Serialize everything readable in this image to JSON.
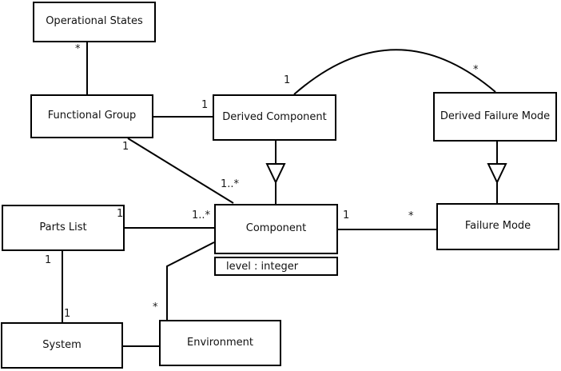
{
  "diagram": {
    "kind": "uml-class-diagram",
    "colors": {
      "background": "#ffffff",
      "line": "#000000",
      "box_fill": "#ffffff",
      "text": "#111111"
    },
    "classes": [
      {
        "name": "Operational States"
      },
      {
        "name": "Functional Group"
      },
      {
        "name": "Derived Component"
      },
      {
        "name": "Derived Failure Mode"
      },
      {
        "name": "Parts List"
      },
      {
        "name": "Component",
        "attribute": "level : integer"
      },
      {
        "name": "Failure Mode"
      },
      {
        "name": "System"
      },
      {
        "name": "Environment"
      }
    ],
    "labels": [
      {
        "text": "*"
      },
      {
        "text": "1"
      },
      {
        "text": "1"
      },
      {
        "text": "1..*"
      },
      {
        "text": "1"
      },
      {
        "text": "*"
      },
      {
        "text": "1"
      },
      {
        "text": "1..*"
      },
      {
        "text": "1"
      },
      {
        "text": "1"
      },
      {
        "text": "*"
      },
      {
        "text": "1"
      },
      {
        "text": "*"
      }
    ],
    "associations": [
      {
        "from": "Operational States",
        "to": "Functional Group",
        "type": "association",
        "from_multiplicity": "*",
        "to_multiplicity": ""
      },
      {
        "from": "Functional Group",
        "to": "Derived Component",
        "type": "association",
        "from_multiplicity": "",
        "to_multiplicity": "1"
      },
      {
        "from": "Functional Group",
        "to": "Component",
        "type": "association",
        "from_multiplicity": "1",
        "to_multiplicity": "1..*"
      },
      {
        "from": "Derived Component",
        "to": "Derived Failure Mode",
        "type": "association-arc",
        "from_multiplicity": "1",
        "to_multiplicity": "*"
      },
      {
        "from": "Derived Component",
        "to": "Component",
        "type": "generalization",
        "from_multiplicity": "",
        "to_multiplicity": ""
      },
      {
        "from": "Derived Failure Mode",
        "to": "Failure Mode",
        "type": "generalization",
        "from_multiplicity": "",
        "to_multiplicity": ""
      },
      {
        "from": "Parts List",
        "to": "Component",
        "type": "association",
        "from_multiplicity": "1",
        "to_multiplicity": "1..*"
      },
      {
        "from": "Parts List",
        "to": "System",
        "type": "association",
        "from_multiplicity": "1",
        "to_multiplicity": "1"
      },
      {
        "from": "Component",
        "to": "Environment",
        "type": "association",
        "from_multiplicity": "",
        "to_multiplicity": "*"
      },
      {
        "from": "System",
        "to": "Environment",
        "type": "association",
        "from_multiplicity": "",
        "to_multiplicity": ""
      },
      {
        "from": "Component",
        "to": "Failure Mode",
        "type": "association",
        "from_multiplicity": "1",
        "to_multiplicity": "*"
      }
    ]
  }
}
